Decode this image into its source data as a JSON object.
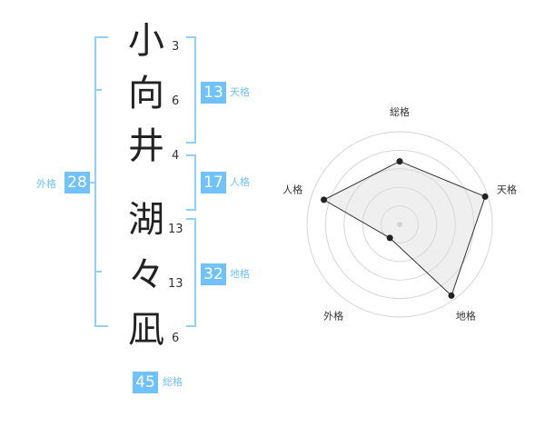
{
  "accent_color": "#71c2fb",
  "name_chars": [
    {
      "char": "小",
      "strokes": "3"
    },
    {
      "char": "向",
      "strokes": "6"
    },
    {
      "char": "井",
      "strokes": "4"
    },
    {
      "char": "湖",
      "strokes": "13"
    },
    {
      "char": "々",
      "strokes": "13"
    },
    {
      "char": "凪",
      "strokes": "6"
    }
  ],
  "kaku": {
    "tenkaku": {
      "value": "13",
      "label": "天格"
    },
    "jinkaku": {
      "value": "17",
      "label": "人格"
    },
    "chikaku": {
      "value": "32",
      "label": "地格"
    },
    "gaikaku": {
      "value": "28",
      "label": "外格"
    },
    "soukaku": {
      "value": "45",
      "label": "総格"
    }
  },
  "chart_data": {
    "type": "radar",
    "axes": [
      "総格",
      "天格",
      "地格",
      "外格",
      "人格"
    ],
    "values": [
      0.68,
      0.97,
      0.95,
      0.18,
      0.86
    ],
    "rings": 5,
    "range": [
      0,
      1
    ]
  }
}
